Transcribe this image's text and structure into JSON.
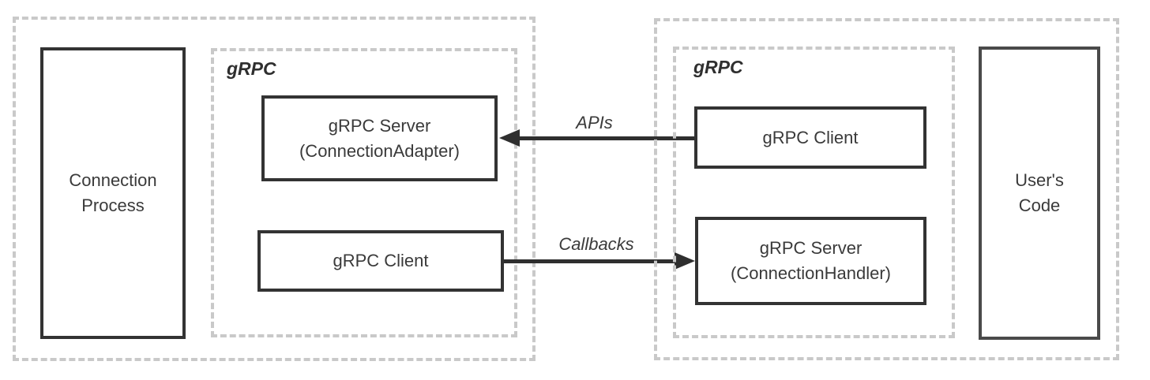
{
  "diagram": {
    "left_group": {
      "process_box": {
        "line1": "Connection",
        "line2": "Process"
      },
      "grpc": {
        "label": "gRPC",
        "server_box": {
          "line1": "gRPC Server",
          "line2": "(ConnectionAdapter)"
        },
        "client_box": {
          "label": "gRPC Client"
        }
      }
    },
    "right_group": {
      "grpc": {
        "label": "gRPC",
        "client_box": {
          "label": "gRPC Client"
        },
        "server_box": {
          "line1": "gRPC Server",
          "line2": "(ConnectionHandler)"
        }
      },
      "code_box": {
        "line1": "User's",
        "line2": "Code"
      }
    },
    "arrows": {
      "apis": {
        "label": "APIs",
        "direction": "left"
      },
      "callbacks": {
        "label": "Callbacks",
        "direction": "right"
      }
    },
    "colors": {
      "box_border": "#333333",
      "users_code_border": "#4a4a4a",
      "dashed_border": "#c9c9c9",
      "arrow": "#2f2f2f",
      "text": "#3a3a3a",
      "background": "#ffffff"
    }
  }
}
